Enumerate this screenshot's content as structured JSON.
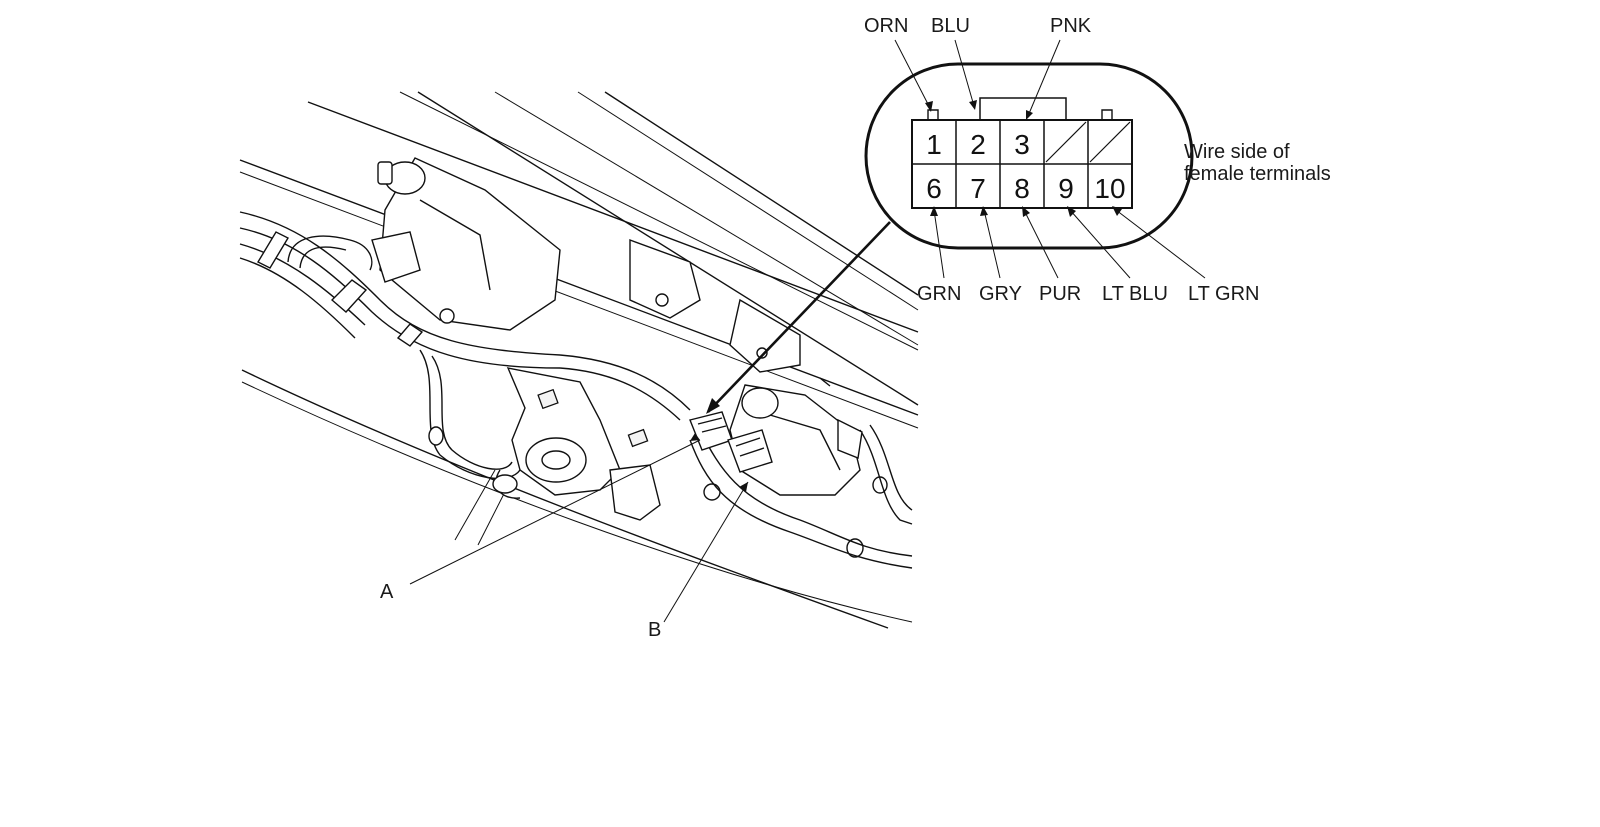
{
  "connector": {
    "pins": [
      {
        "id": "1",
        "label": "1"
      },
      {
        "id": "2",
        "label": "2"
      },
      {
        "id": "3",
        "label": "3"
      },
      {
        "id": "6",
        "label": "6"
      },
      {
        "id": "7",
        "label": "7"
      },
      {
        "id": "8",
        "label": "8"
      },
      {
        "id": "9",
        "label": "9"
      },
      {
        "id": "10",
        "label": "10"
      }
    ],
    "description_line1": "Wire side of",
    "description_line2": "female terminals"
  },
  "wire_colors": {
    "top": [
      "ORN",
      "BLU",
      "PNK"
    ],
    "bottom": [
      "GRN",
      "GRY",
      "PUR",
      "LT BLU",
      "LT GRN"
    ]
  },
  "callouts": {
    "a": "A",
    "b": "B"
  }
}
